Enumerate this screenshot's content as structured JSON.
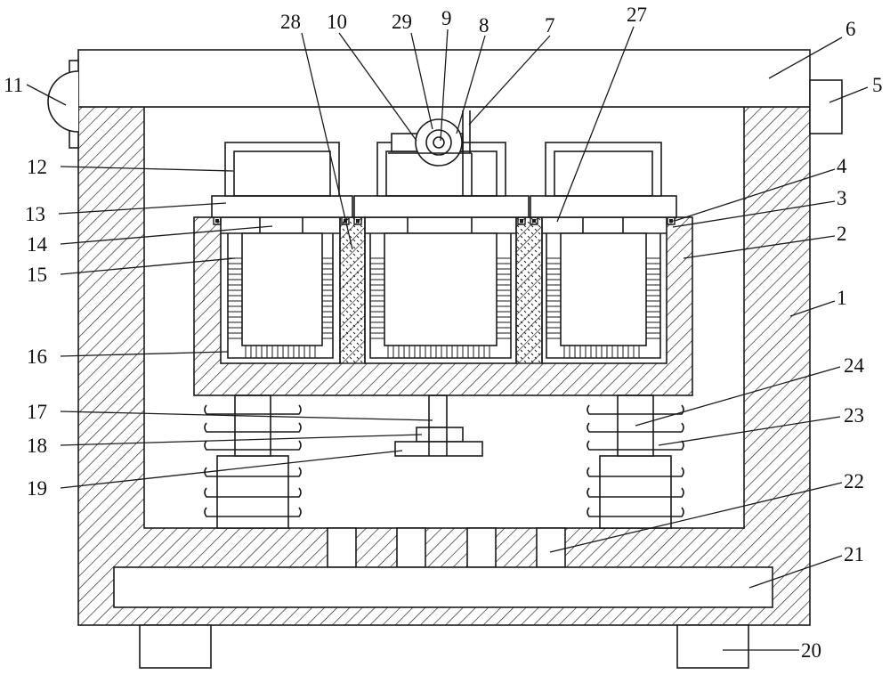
{
  "figure": {
    "labels": {
      "l1": "1",
      "l2": "2",
      "l3": "3",
      "l4": "4",
      "l5": "5",
      "l6": "6",
      "l7": "7",
      "l8": "8",
      "l9": "9",
      "l10": "10",
      "l11": "11",
      "l12": "12",
      "l13": "13",
      "l14": "14",
      "l15": "15",
      "l16": "16",
      "l17": "17",
      "l18": "18",
      "l19": "19",
      "l20": "20",
      "l21": "21",
      "l22": "22",
      "l23": "23",
      "l24": "24",
      "l27": "27",
      "l28": "28",
      "l29": "29"
    }
  }
}
